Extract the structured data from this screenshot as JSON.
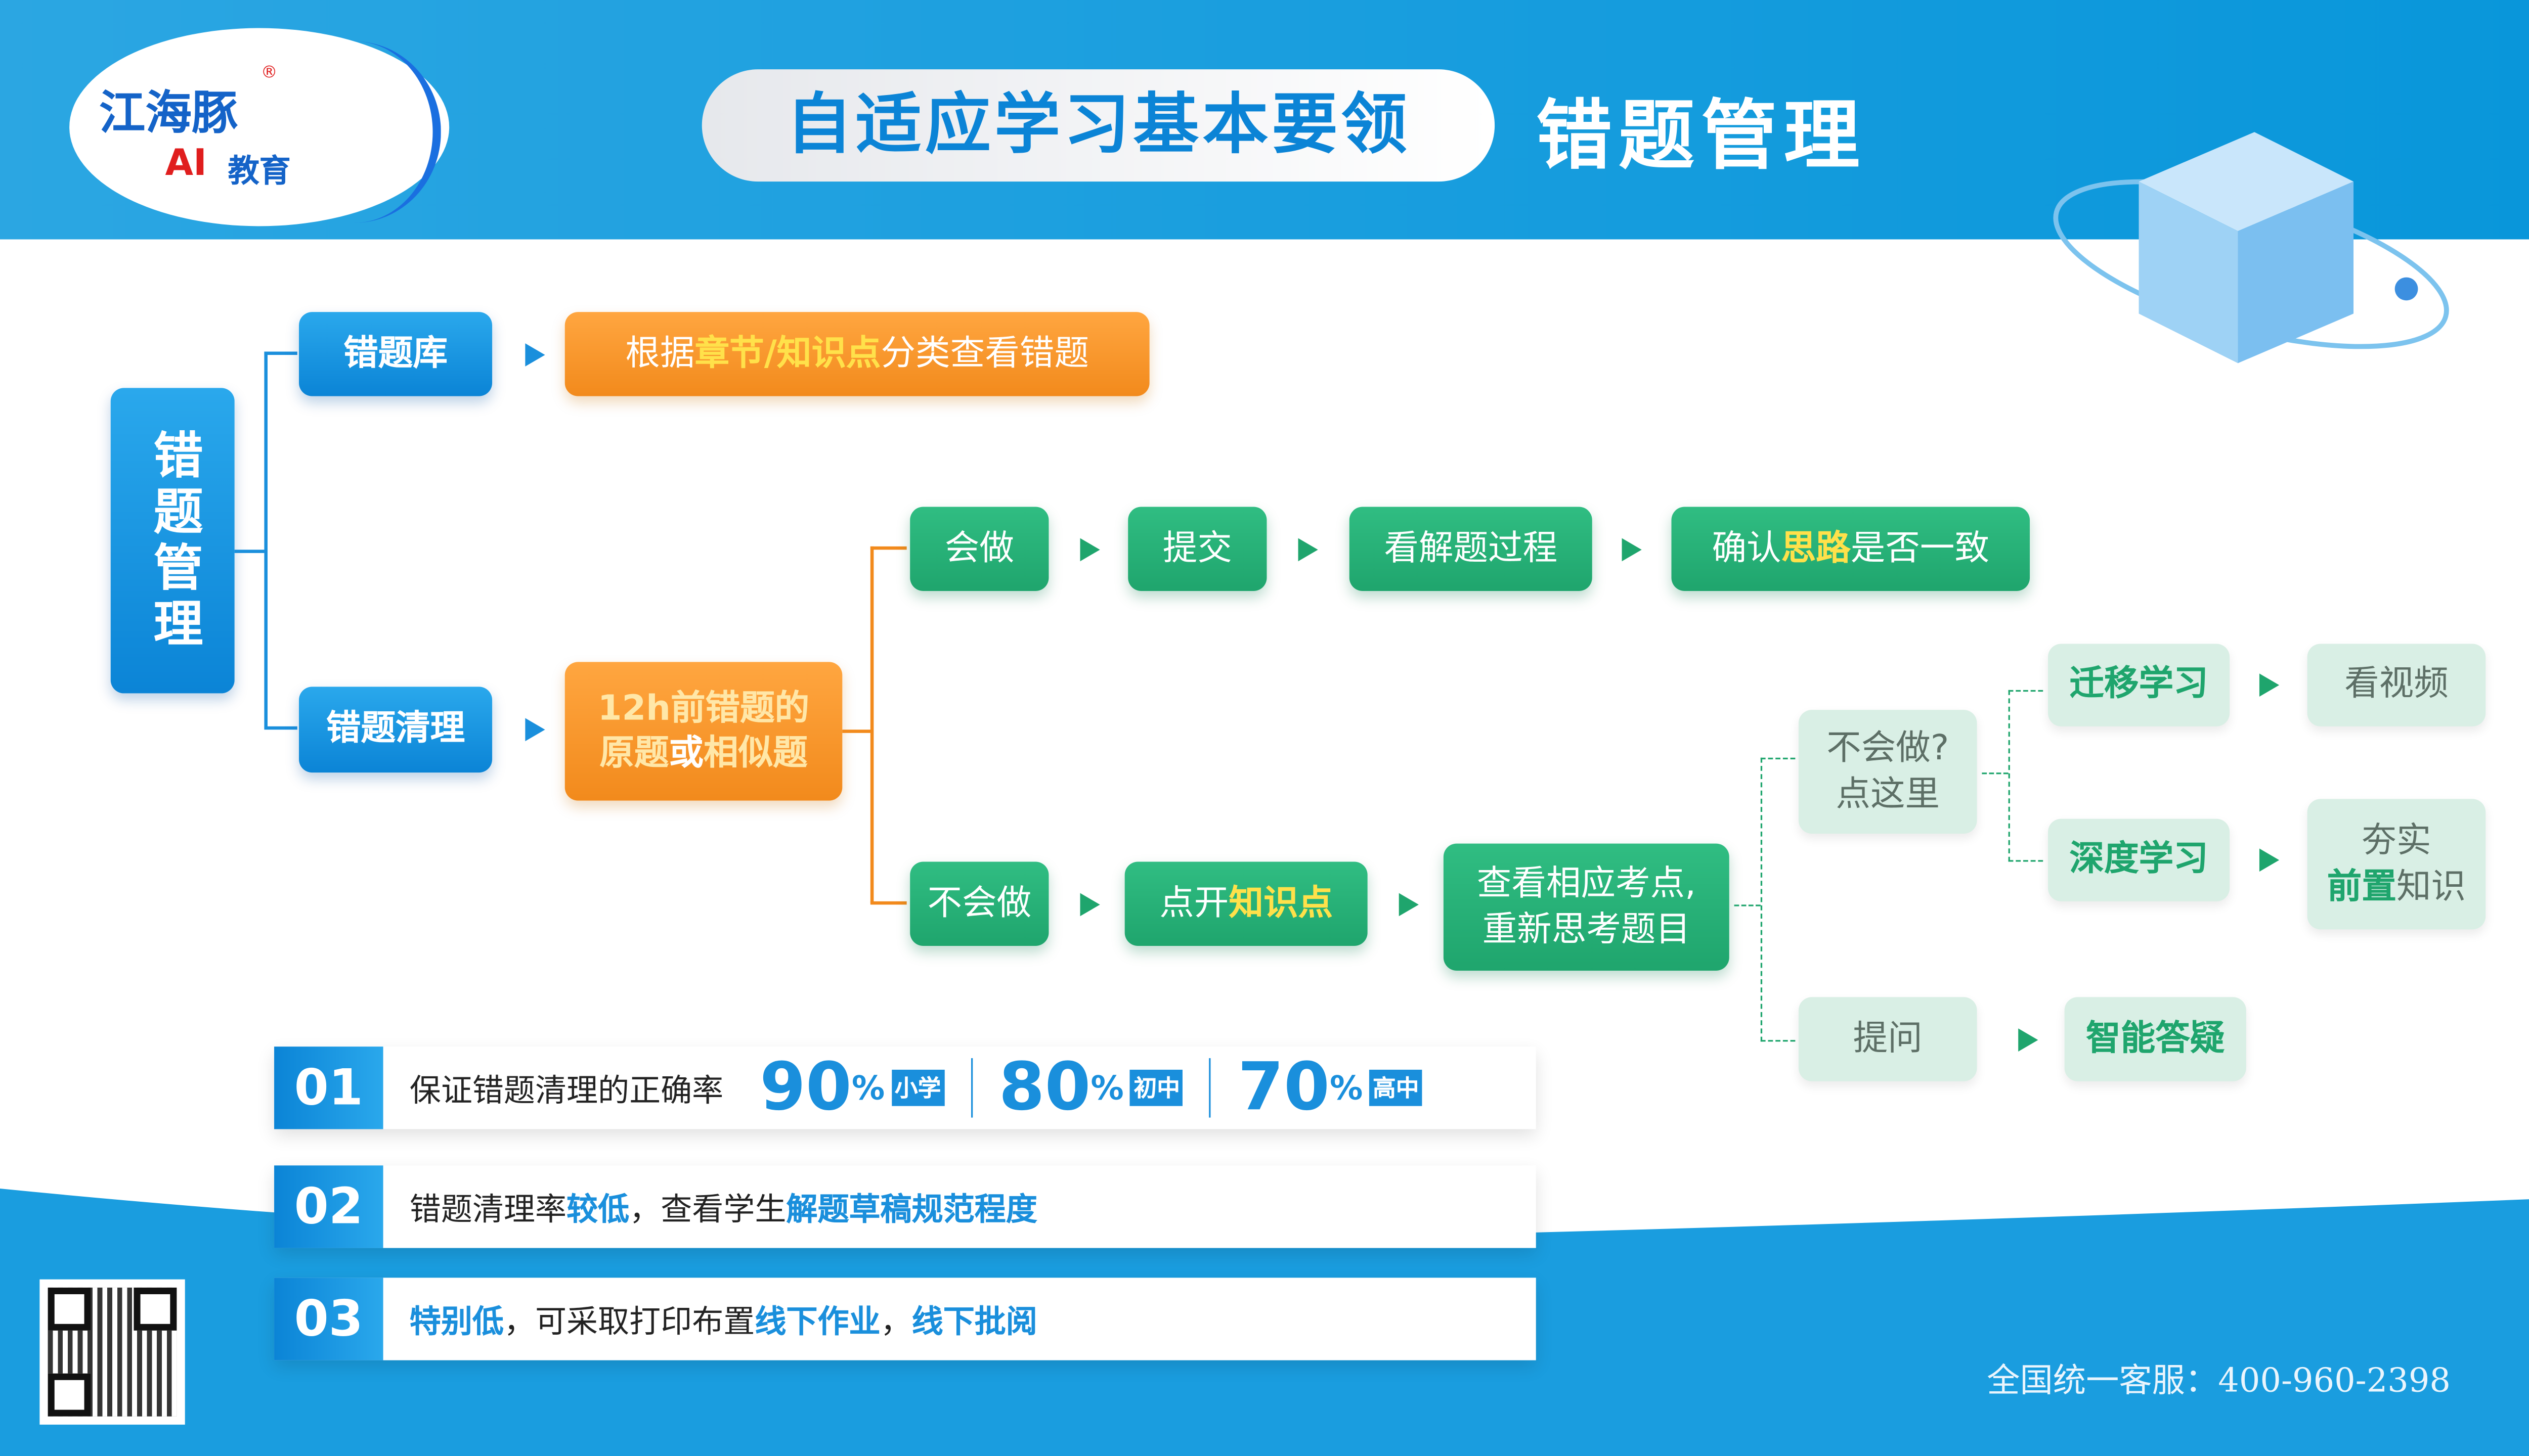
{
  "brand": {
    "name": "江海豚",
    "registered": "®",
    "sub_ai": "AI",
    "sub_edu": "教育"
  },
  "header": {
    "subtitle": "自适应学习基本要领",
    "title": "错题管理"
  },
  "root": {
    "label": "错题管理"
  },
  "wrong_bank": {
    "label": "错题库",
    "desc_pre": "根据",
    "desc_hl1": "章节",
    "desc_sep": "/",
    "desc_hl2": "知识点",
    "desc_post": "分类查看错题"
  },
  "wrong_clear": {
    "label": "错题清理",
    "desc_line1": "12h前错题的",
    "desc_line2_a": "原题",
    "desc_line2_b": "或",
    "desc_line2_c": "相似题"
  },
  "can_do": {
    "step1": "会做",
    "step2": "提交",
    "step3": "看解题过程",
    "step4_pre": "确认",
    "step4_hl": "思路",
    "step4_post": "是否一致"
  },
  "cannot_do": {
    "step1": "不会做",
    "step2_pre": "点开",
    "step2_hl": "知识点",
    "step3_line1": "查看相应考点,",
    "step3_line2": "重新思考题目"
  },
  "help": {
    "click_here_line1": "不会做?",
    "click_here_line2": "点这里",
    "transfer": "迁移学习",
    "watch_video": "看视频",
    "deep": "深度学习",
    "solid_line1": "夯实",
    "solid_line2_hl": "前置",
    "solid_line2_post": "知识",
    "ask": "提问",
    "smart_answer": "智能答疑"
  },
  "points": [
    {
      "num": "01",
      "text": "保证错题清理的正确率",
      "rates": [
        {
          "value": "90",
          "unit": "%",
          "level": "小学"
        },
        {
          "value": "80",
          "unit": "%",
          "level": "初中"
        },
        {
          "value": "70",
          "unit": "%",
          "level": "高中"
        }
      ]
    },
    {
      "num": "02",
      "t1": "错题清理率",
      "h1": "较低",
      "t2": "，查看学生",
      "h2": "解题草稿规范程度"
    },
    {
      "num": "03",
      "h1": "特别低",
      "t1": "，可采取打印布置",
      "h2": "线下作业",
      "t2": "，",
      "h3": "线下批阅"
    }
  ],
  "footer": {
    "hotline": "全国统一客服：400-960-2398"
  }
}
